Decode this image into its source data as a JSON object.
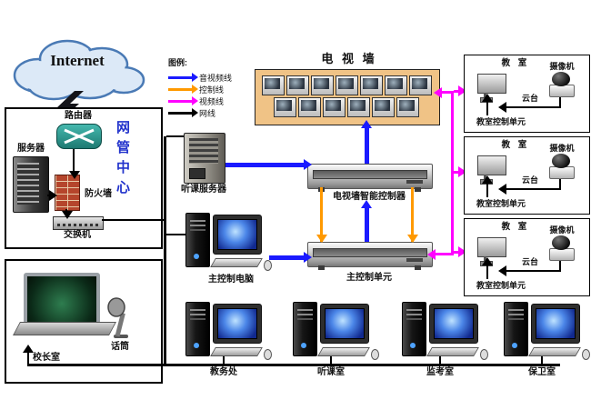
{
  "internet_label": "Internet",
  "legend": {
    "title": "图例:",
    "items": [
      {
        "name": "audio-video-line",
        "label": "音视频线",
        "color": "#1a1aff"
      },
      {
        "name": "control-line",
        "label": "控制线",
        "color": "#ff9900"
      },
      {
        "name": "video-line",
        "label": "视频线",
        "color": "#ff00ff"
      },
      {
        "name": "network-line",
        "label": "网线",
        "color": "#000000"
      }
    ]
  },
  "nmc": {
    "title": "网管中心",
    "router": "路由器",
    "server": "服务器",
    "firewall": "防火墙",
    "switch": "交换机"
  },
  "principal_room": {
    "mic": "话筒",
    "label": "校长室"
  },
  "tv_wall": {
    "title": "电 视 墙",
    "rows": [
      7,
      6
    ]
  },
  "center": {
    "listen_server": "听课服务器",
    "tv_controller": "电视墙智能控制器",
    "main_pc": "主控制电脑",
    "main_unit": "主控制单元"
  },
  "classrooms": [
    {
      "title": "教 室",
      "camera": "摄像机",
      "ptz": "云台",
      "unit": "教室控制单元"
    },
    {
      "title": "教 室",
      "camera": "摄像机",
      "ptz": "云台",
      "unit": "教室控制单元"
    },
    {
      "title": "教 室",
      "camera": "摄像机",
      "ptz": "云台",
      "unit": "教室控制单元"
    }
  ],
  "bottom_rooms": [
    {
      "label": "教务处"
    },
    {
      "label": "听课室"
    },
    {
      "label": "监考室"
    },
    {
      "label": "保卫室"
    }
  ]
}
